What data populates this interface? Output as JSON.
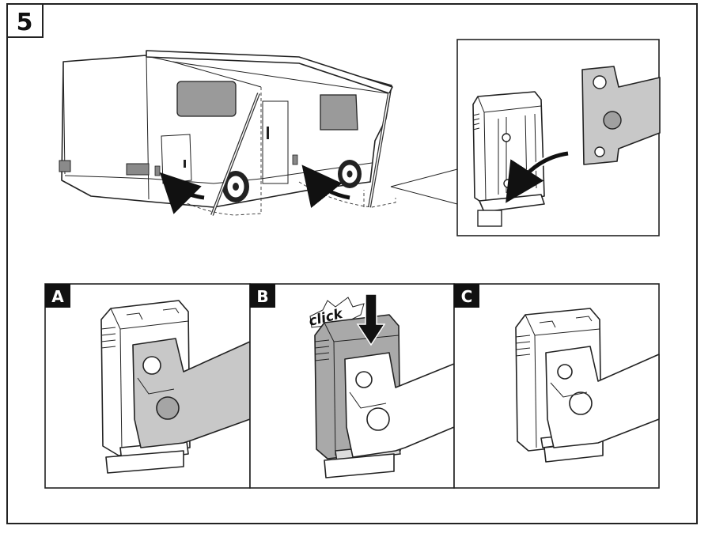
{
  "step": {
    "number": "5"
  },
  "panels": [
    {
      "letter": "A"
    },
    {
      "letter": "B",
      "annotation": "click"
    },
    {
      "letter": "C"
    }
  ],
  "colors": {
    "frame": "#222222",
    "arm_grey": "#c8c8c8",
    "label_bg": "#111111"
  },
  "icons": [
    "motorhome-illustration",
    "awning-leg-bracket",
    "rotate-arrow-icon",
    "down-arrow-icon"
  ]
}
